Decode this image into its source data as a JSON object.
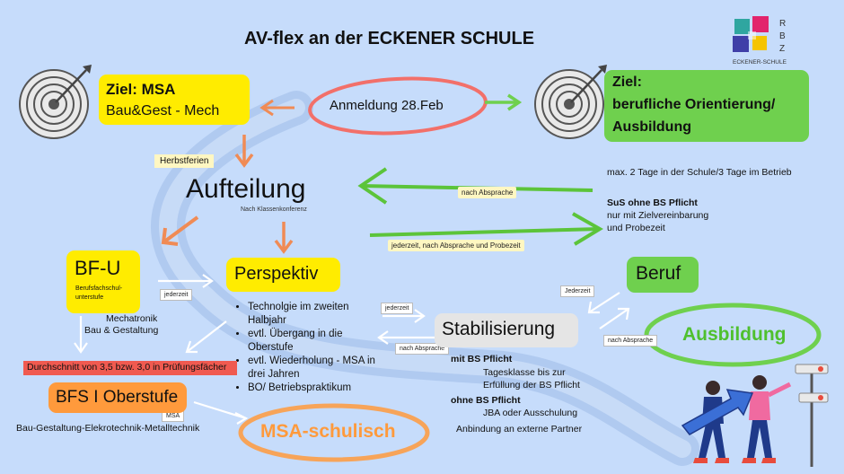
{
  "title": "AV-flex an der ECKENER SCHULE",
  "logo": {
    "letters": [
      "R",
      "B",
      "Z"
    ],
    "caption": "ECKENER-SCHULE"
  },
  "goal_left": {
    "title": "Ziel: MSA",
    "sub": "Bau&Gest - Mech"
  },
  "goal_right": {
    "line1": "Ziel:",
    "line2": "berufliche Orientierung/",
    "line3": "Ausbildung"
  },
  "anmeldung": "Anmeldung  28.Feb",
  "herbstferien": "Herbstferien",
  "aufteilung": {
    "title": "Aufteilung",
    "sub": "Nach Klassenkonferenz"
  },
  "arrow_tags": {
    "nach_absprache": "nach Absprache",
    "jederzeit_probezeit": "jederzeit, nach Absprache und Probezeit",
    "jederzeit": "jederzeit",
    "jederzeit2": "jederzeit",
    "nach_absprache2": "nach Absprache",
    "jederzeit3": "Jederzeit",
    "nach_absprache3": "nach Absprache",
    "msa": "MSA"
  },
  "right_info": {
    "line1": "max. 2 Tage in der Schule/3 Tage im Betrieb",
    "sus_title": "SuS ohne BS Pflicht",
    "sus_line1": "nur mit Zielvereinbarung",
    "sus_line2": "und Probezeit"
  },
  "bfu": {
    "title": "BF-U",
    "sub1": "Berufsfachschul-",
    "sub2": "unterstufe"
  },
  "mechatronik": {
    "line1": "Mechatronik",
    "line2": "Bau & Gestaltung"
  },
  "perspektiv": {
    "title": "Perspektiv",
    "bullets": [
      "Technolgie im zweiten Halbjahr",
      "evtl. Übergang in die Oberstufe",
      "evtl. Wiederholung - MSA in drei Jahren",
      "BO/ Betriebspraktikum"
    ]
  },
  "durchschnitt": "Durchschnitt von 3,5 bzw. 3,0 in Prüfungsfächer",
  "bfs": {
    "title": "BFS I Oberstufe",
    "sub": "Bau-Gestaltung-Elekrotechnik-Metalltechnik"
  },
  "msa_schulisch": "MSA-schulisch",
  "stabilisierung": {
    "title": "Stabilisierung",
    "mit_title": "mit BS Pflicht",
    "mit_line1": "Tagesklasse bis zur",
    "mit_line2": "Erfüllung der BS Pflicht",
    "ohne_title": "ohne BS Pflicht",
    "ohne_line1": "JBA oder Ausschulung",
    "partner": "Anbindung an externe Partner"
  },
  "beruf": "Beruf",
  "ausbildung": "Ausbildung",
  "colors": {
    "background": "#c6dcfb",
    "yellow": "#ffec00",
    "green": "#6fd04e",
    "orange": "#ff9a3c",
    "red": "#f2706a",
    "red_box": "#f05a50"
  },
  "icons": [
    "target-icon",
    "target-icon",
    "people-arrow-illustration",
    "logo-squares-icon"
  ]
}
